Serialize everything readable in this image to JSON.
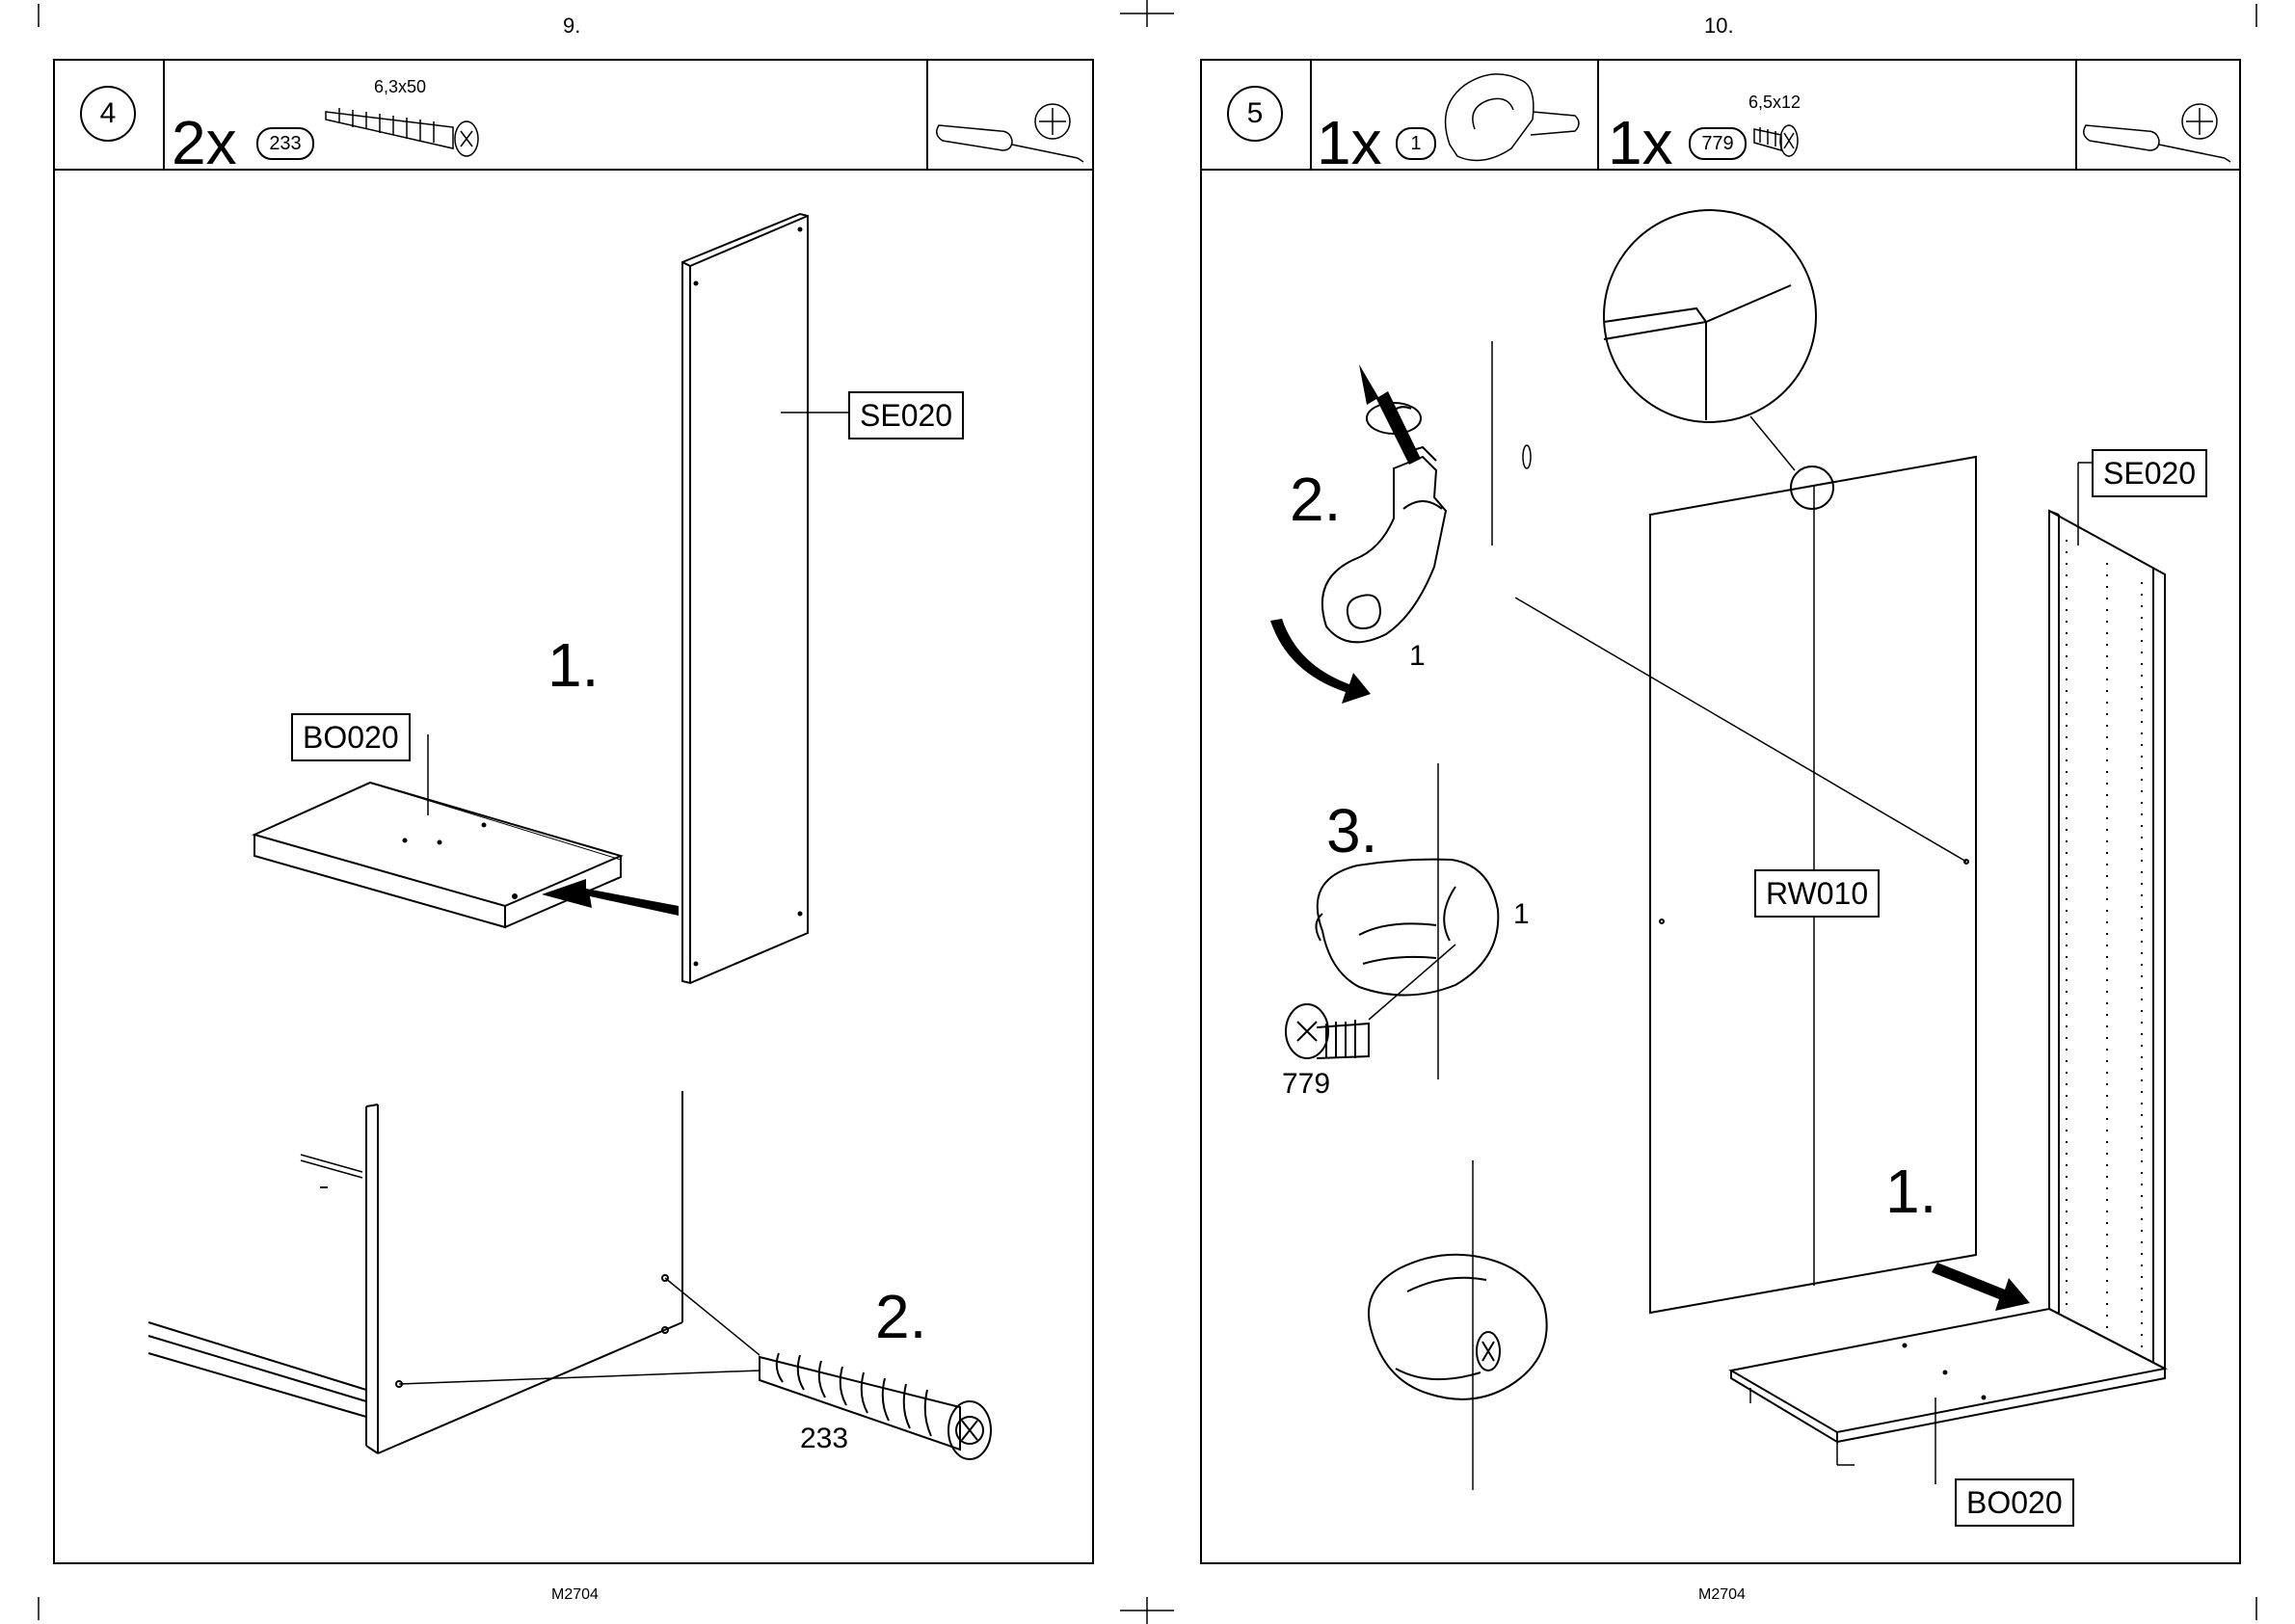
{
  "left_page": {
    "page_number": "9.",
    "footer_code": "M2704",
    "step": "4",
    "header": {
      "quantity": "2x",
      "part_number": "233",
      "part_spec": "6,3x50",
      "tool_icons": [
        "screwdriver-icon",
        "phillips-head-icon"
      ]
    },
    "labels": {
      "side_panel": "SE020",
      "bottom_panel": "BO020",
      "sub_step_1": "1.",
      "sub_step_2": "2.",
      "screw_part": "233"
    }
  },
  "right_page": {
    "page_number": "10.",
    "footer_code": "M2704",
    "step": "5",
    "header": {
      "item1_quantity": "1x",
      "item1_part_number": "1",
      "item2_quantity": "1x",
      "item2_part_number": "779",
      "item2_spec": "6,5x12",
      "tool_icons": [
        "screwdriver-icon",
        "phillips-head-icon"
      ]
    },
    "labels": {
      "side_panel": "SE020",
      "back_panel": "RW010",
      "bottom_panel": "BO020",
      "sub_step_1": "1.",
      "sub_step_2": "2.",
      "sub_step_3": "3.",
      "bracket_part_a": "1",
      "bracket_part_b": "1",
      "screw_part": "779"
    }
  }
}
